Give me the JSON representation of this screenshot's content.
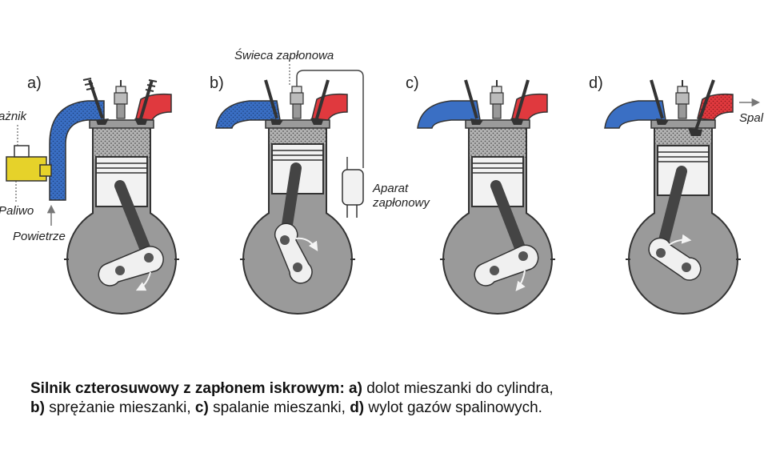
{
  "colors": {
    "intake": "#3a6fc4",
    "exhaust": "#e0393e",
    "fuel": "#e6d22a",
    "body": "#9a9a9a",
    "mixture": "#b4b4b4",
    "outline": "#333333"
  },
  "stages": [
    {
      "label": "a)"
    },
    {
      "label": "b)"
    },
    {
      "label": "c)"
    },
    {
      "label": "d)"
    }
  ],
  "callouts": {
    "carburetor": "ażnik",
    "fuel": "Paliwo",
    "air": "Powietrze",
    "spark_plug": "Świeca zapłonowa",
    "ignition_line1": "Aparat",
    "ignition_line2": "zapłonowy",
    "exhaust": "Spal"
  },
  "caption": {
    "title": "Silnik czterosuwowy z zapłonem iskrowym:",
    "a_key": "a)",
    "a_text": " dolot mieszanki do cylindra,",
    "b_key": "b)",
    "b_text": " sprężanie mieszanki, ",
    "c_key": "c)",
    "c_text": " spalanie mieszanki, ",
    "d_key": "d)",
    "d_text": " wylot gazów spalinowych."
  }
}
